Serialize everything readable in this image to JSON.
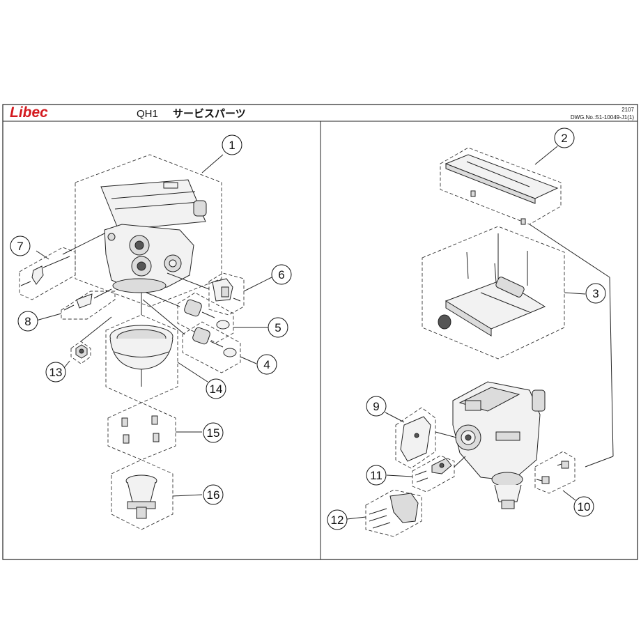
{
  "header": {
    "logo": "Libec",
    "model": "QH1",
    "title_jp": "サービスパーツ",
    "revision": "2107",
    "drawing_no": "DWG.No.:51-10049-J1(1)"
  },
  "callouts": [
    "1",
    "2",
    "3",
    "4",
    "5",
    "6",
    "7",
    "8",
    "9",
    "10",
    "11",
    "12",
    "13",
    "14",
    "15",
    "16"
  ],
  "colors": {
    "logo": "#d4191e",
    "line": "#222222"
  }
}
